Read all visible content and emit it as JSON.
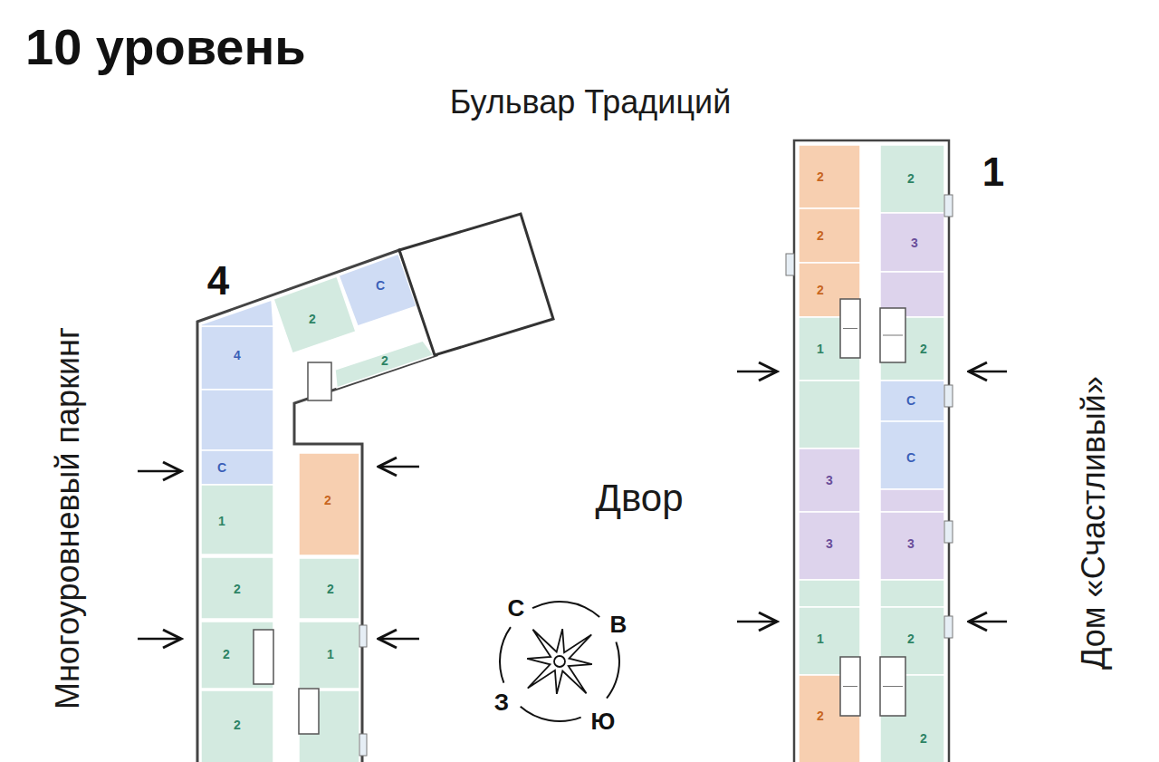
{
  "diagram": {
    "title": "10 уровень",
    "labels": [
      "Бульвар Традиций",
      "4",
      "1",
      "Многоуровневый паркинг",
      "Двор",
      "Дом «Счастливый»",
      "С",
      "В",
      "З",
      "Ю",
      "2",
      "2",
      "3",
      "2",
      "2",
      "2",
      "1",
      "С",
      "С",
      "3",
      "3",
      "3",
      "1",
      "2",
      "2",
      "2",
      "С",
      "4",
      "2",
      "2",
      "С",
      "2",
      "1",
      "2",
      "2",
      "2",
      "1",
      "2"
    ]
  }
}
